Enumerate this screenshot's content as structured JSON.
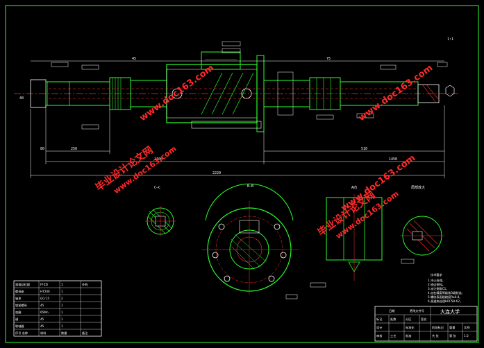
{
  "drawing": {
    "sheet_scale_note": "1:1",
    "university": "大连大学",
    "section_labels": {
      "c_c": "C—C",
      "b_b": "B—B",
      "view_a": "A向",
      "detail": "局部放大"
    },
    "dimensions": {
      "overall": "2220",
      "middle": "1100",
      "left": "250",
      "right": "510",
      "right2": "1450",
      "small1": "80",
      "small2": "40",
      "small3": "45",
      "small4": "75"
    },
    "notes_title": "技术要求",
    "notes": [
      "1.淬火处理。",
      "2.锐边倒钝。",
      "3.未注倒角C1。",
      "4.丝杠精度等级按3级制造。",
      "5.螺纹表面粗糙度Ra0.8。",
      "6.滚道热处理HRC58-62。"
    ],
    "parts_table": [
      [
        "滚珠丝杠副",
        "FFZD",
        "1",
        "外购"
      ],
      [
        "螺母座",
        "HT200",
        "1",
        ""
      ],
      [
        "轴承",
        "GCr15",
        "2",
        ""
      ],
      [
        "锁紧螺母",
        "45",
        "1",
        ""
      ],
      [
        "垫圈",
        "65Mn",
        "1",
        ""
      ],
      [
        "键",
        "45",
        "1",
        ""
      ],
      [
        "联轴器",
        "45",
        "1",
        ""
      ],
      [
        "序号 名称",
        "材料",
        "数量",
        "备注"
      ]
    ],
    "title_block": {
      "row1": [
        "标记",
        "处数",
        "分区",
        "更改文件号",
        "签名",
        "日期"
      ],
      "row2": [
        "设计",
        "",
        "标准化",
        "",
        "阶段标记",
        "重量",
        "比例"
      ],
      "row3": [
        "审核",
        "",
        "",
        "",
        "",
        "",
        "1:2"
      ],
      "row4": [
        "工艺",
        "",
        "批准",
        "",
        "共 张",
        "第 张"
      ]
    },
    "watermarks": {
      "text1": "毕业设计论文网",
      "text2": "www.doc163.com"
    }
  }
}
